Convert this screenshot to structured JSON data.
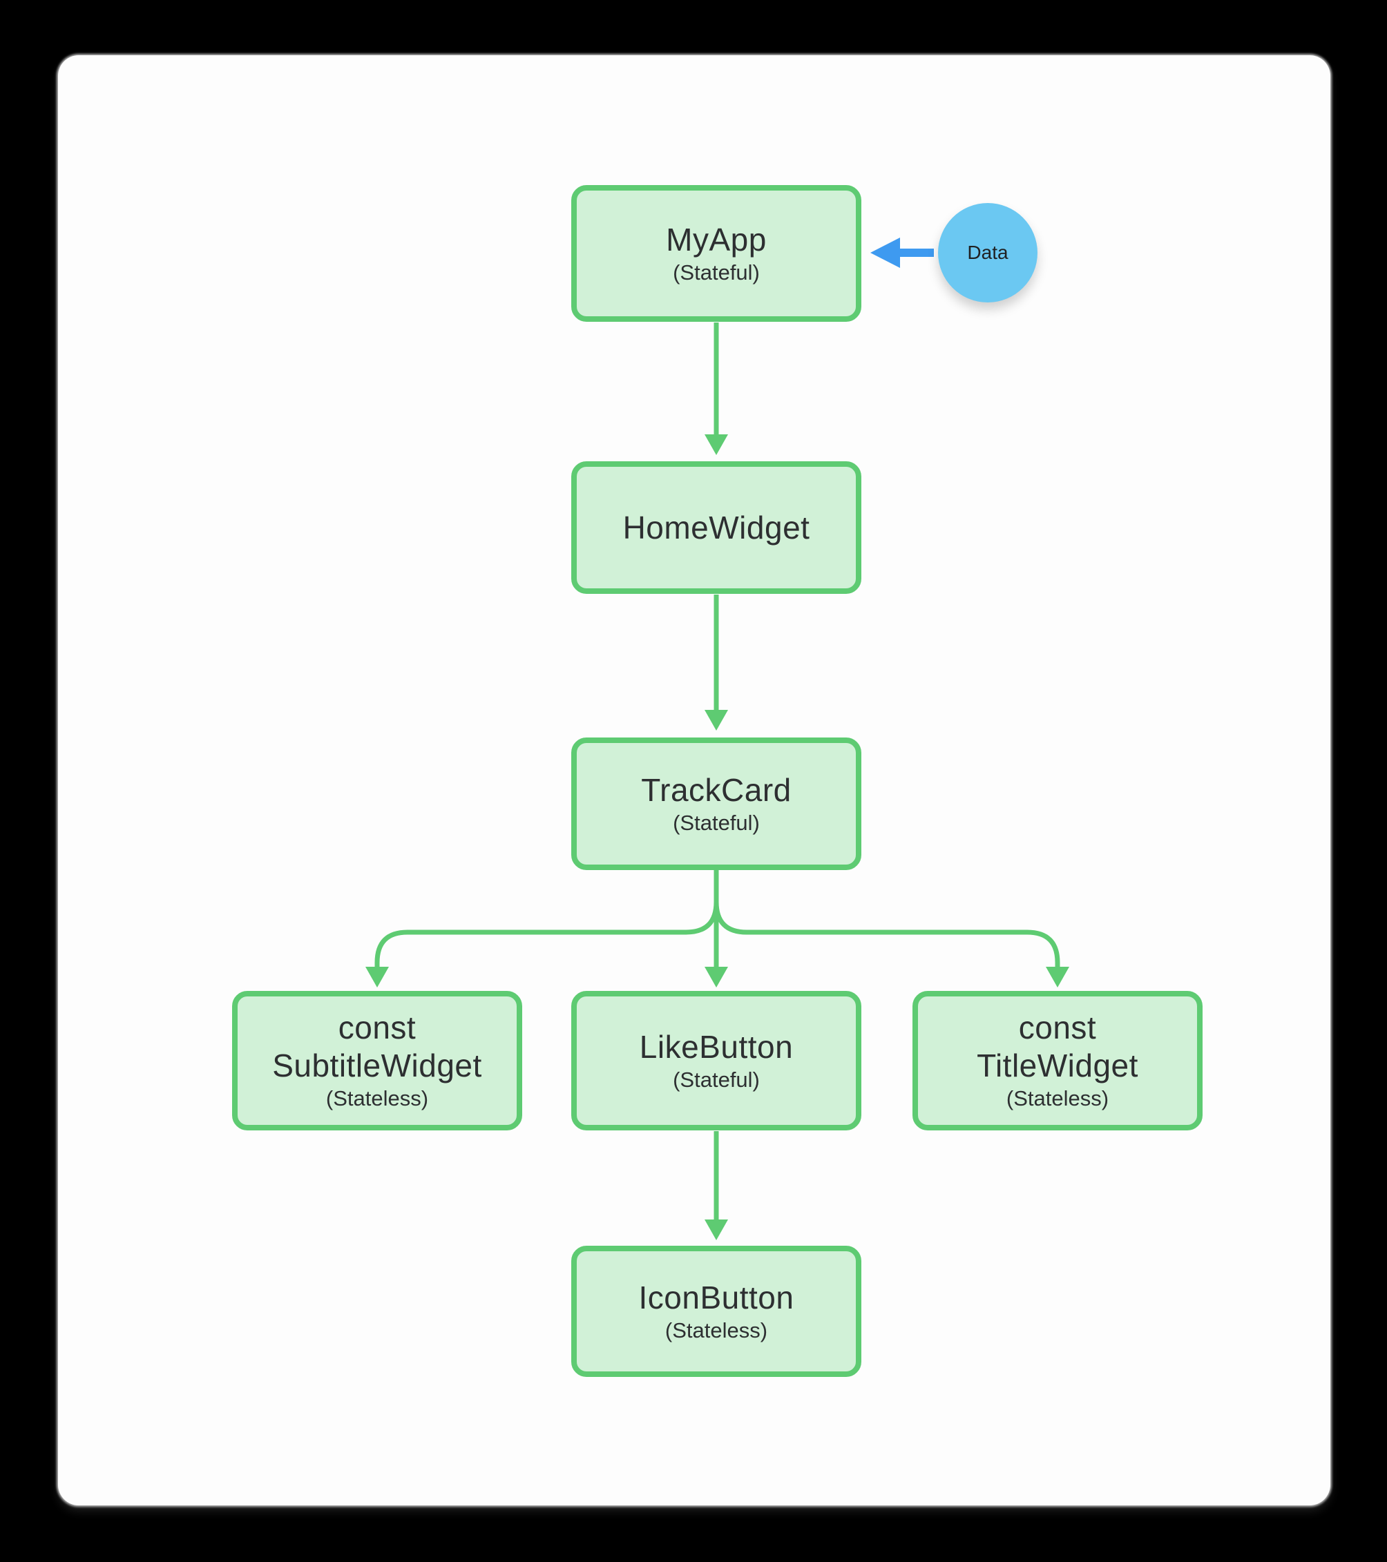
{
  "colors": {
    "node_border": "#5ECB72",
    "node_fill": "#D1F1D7",
    "arrow_green": "#5ECB72",
    "arrow_blue": "#3E9AF0",
    "data_circle_fill": "#6BC8F2",
    "text": "#2D2F31",
    "card_background": "#FDFDFD",
    "page_background": "#000000"
  },
  "nodes": [
    {
      "id": "myapp",
      "title": "MyApp",
      "subtitle": "(Stateful)"
    },
    {
      "id": "homewidget",
      "title": "HomeWidget",
      "subtitle": ""
    },
    {
      "id": "trackcard",
      "title": "TrackCard",
      "subtitle": "(Stateful)"
    },
    {
      "id": "subtitlewidget",
      "prefix": "const",
      "title": "SubtitleWidget",
      "subtitle": "(Stateless)"
    },
    {
      "id": "likebutton",
      "title": "LikeButton",
      "subtitle": "(Stateful)"
    },
    {
      "id": "titlewidget",
      "prefix": "const",
      "title": "TitleWidget",
      "subtitle": "(Stateless)"
    },
    {
      "id": "iconbutton",
      "title": "IconButton",
      "subtitle": "(Stateless)"
    }
  ],
  "data_badge": {
    "label": "Data"
  },
  "edges": [
    {
      "from": "MyApp",
      "to": "HomeWidget",
      "style": "green-arrow"
    },
    {
      "from": "HomeWidget",
      "to": "TrackCard",
      "style": "green-arrow"
    },
    {
      "from": "TrackCard",
      "to": "SubtitleWidget",
      "style": "green-arrow"
    },
    {
      "from": "TrackCard",
      "to": "LikeButton",
      "style": "green-arrow"
    },
    {
      "from": "TrackCard",
      "to": "TitleWidget",
      "style": "green-arrow"
    },
    {
      "from": "LikeButton",
      "to": "IconButton",
      "style": "green-arrow"
    },
    {
      "from": "Data",
      "to": "MyApp",
      "style": "blue-arrow"
    }
  ]
}
